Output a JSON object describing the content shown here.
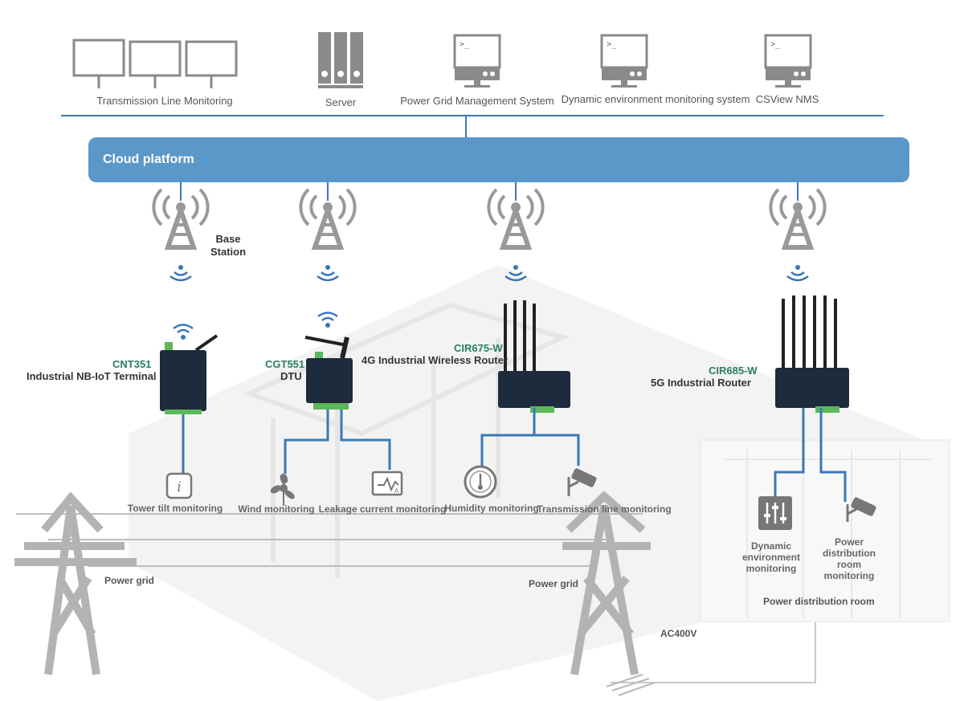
{
  "top_systems": [
    {
      "label": "Transmission Line Monitoring",
      "icon": "monitors-icon"
    },
    {
      "label": "Server",
      "icon": "server-icon"
    },
    {
      "label": "Power Grid Management System",
      "icon": "terminal-icon"
    },
    {
      "label": "Dynamic environment monitoring system",
      "icon": "terminal-icon"
    },
    {
      "label": "CSView NMS",
      "icon": "terminal-icon"
    }
  ],
  "cloud_label": "Cloud platform",
  "base_station_label": "Base Station",
  "devices": [
    {
      "model": "CNT351",
      "desc": "Industrial NB-IoT Terminal"
    },
    {
      "model": "CGT551",
      "desc": "DTU"
    },
    {
      "model": "CIR675-W",
      "desc": "4G Industrial Wireless Router"
    },
    {
      "model": "CIR685-W",
      "desc": "5G Industrial Router"
    }
  ],
  "sensors": [
    {
      "label": "Tower tilt monitoring",
      "icon": "info-icon"
    },
    {
      "label": "Wind monitoring",
      "icon": "fan-icon"
    },
    {
      "label": "Leakage current monitoring",
      "icon": "ammeter-icon"
    },
    {
      "label": "Humidity monitoring",
      "icon": "gauge-icon"
    },
    {
      "label": "Transmission line monitoring",
      "icon": "camera-icon"
    }
  ],
  "room_sensors": [
    {
      "label": "Dynamic environment monitoring",
      "icon": "sliders-icon"
    },
    {
      "label": "Power distribution room monitoring",
      "icon": "camera-icon"
    }
  ],
  "room_label": "Power distribution room",
  "power_grid_label": "Power grid",
  "ac_label": "AC400V",
  "colors": {
    "accent": "#5b97c9",
    "line": "#3a78b5",
    "model": "#2a7f62",
    "icon": "#777777"
  }
}
